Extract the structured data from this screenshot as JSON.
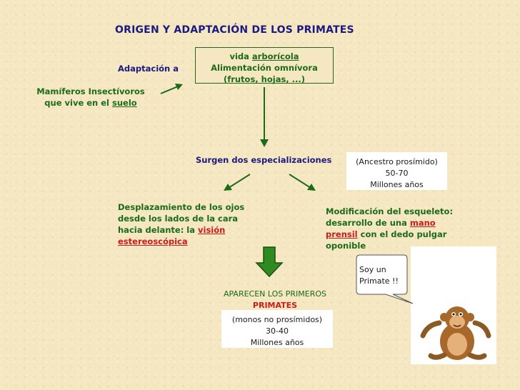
{
  "title": "ORIGEN Y ADAPTACIÓN DE LOS PRIMATES",
  "adaptacion_label": "Adaptación a",
  "mamiferos": {
    "line1": "Mamíferos Insectívoros",
    "line2_prefix": "que vive en el ",
    "line2_link": "suelo"
  },
  "arboricola_box": {
    "line1_prefix": "vida ",
    "line1_link": "arborícola",
    "line2": "Alimentación omnívora",
    "line3": "(frutos, hojas, ...)"
  },
  "especializaciones": "Surgen dos especializaciones",
  "ancestro_box": {
    "line1": "(Ancestro prosímido)",
    "line2": "50-70",
    "line3": "Millones años"
  },
  "ojos": {
    "line1": "Desplazamiento de los ojos",
    "line2": "desde los lados de la cara",
    "line3_prefix": "hacia delante: la ",
    "line3_link": "visión",
    "line4_link": "estereoscópica"
  },
  "esqueleto": {
    "line1": "Modificación del esqueleto:",
    "line2_prefix": "desarrollo de una ",
    "line2_link": "mano",
    "line3_link": "prensil",
    "line3_suffix": " con el dedo pulgar",
    "line4": "oponible"
  },
  "aparecen": {
    "line1": "APARECEN LOS PRIMEROS",
    "line2": "PRIMATES"
  },
  "monos_box": {
    "line1": "(monos no prosímidos)",
    "line2": "30-40",
    "line3": "Millones años"
  },
  "speech": {
    "line1": "Soy un",
    "line2": "Primate !!"
  },
  "colors": {
    "green": "#1b6b1b",
    "navy": "#1a1a80",
    "red": "#cc1b1b",
    "background": "#f5e7c1"
  }
}
